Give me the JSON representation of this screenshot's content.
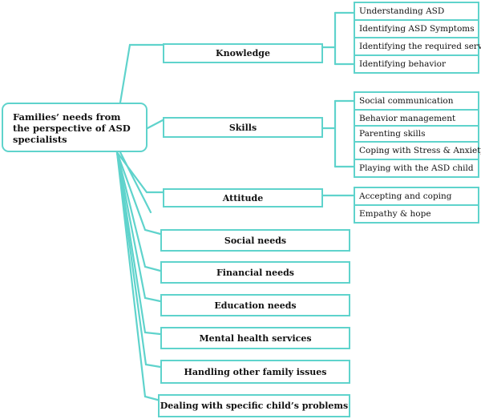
{
  "root": {
    "label": "Families’ needs from the perspective of ASD specialists"
  },
  "categories": [
    {
      "label": "Knowledge",
      "children": [
        "Understanding ASD",
        "Identifying ASD Symptoms",
        "Identifying the required services",
        "Identifying behavior"
      ]
    },
    {
      "label": "Skills",
      "children": [
        "Social communication",
        "Behavior management",
        "Parenting skills",
        "Coping with Stress & Anxiety",
        "Playing with the ASD child"
      ]
    },
    {
      "label": "Attitude",
      "children": [
        "Accepting and coping",
        "Empathy & hope"
      ]
    },
    {
      "label": "Social needs",
      "children": []
    },
    {
      "label": "Financial needs",
      "children": []
    },
    {
      "label": "Education needs",
      "children": []
    },
    {
      "label": "Mental health services",
      "children": []
    },
    {
      "label": "Handling other family issues",
      "children": []
    },
    {
      "label": "Dealing with specific child’s problems",
      "children": []
    }
  ],
  "colors": {
    "line": "#5fd3cc",
    "text": "#111111",
    "background": "#ffffff"
  }
}
